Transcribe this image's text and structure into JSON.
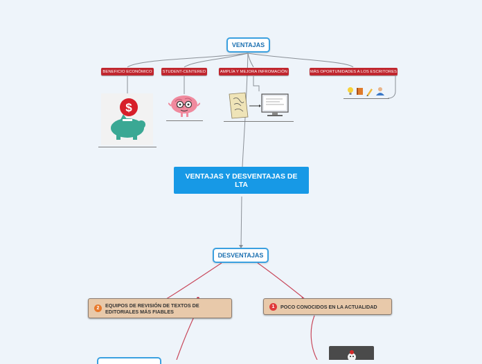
{
  "central_topic": "VENTAJAS Y DESVENTAJAS DE LTA",
  "ventajas": {
    "label": "VENTAJAS",
    "branches": [
      {
        "label": "BENEFICIO ECONÓMICO",
        "image": "piggy-bank-dollar-icon"
      },
      {
        "label": "STUDENT-CENTERED",
        "image": "brain-glasses-icon"
      },
      {
        "label": "AMPLÍA Y MEJORA INFROMACIÓN",
        "image": "paper-to-computer-icon"
      },
      {
        "label": "MÁS OPORTUNIDADES A LOS ESCRITORES",
        "icons": [
          "lightbulb-icon",
          "book-icon",
          "pencil-icon",
          "person-icon"
        ]
      }
    ]
  },
  "desventajas": {
    "label": "DESVENTAJAS",
    "branches": [
      {
        "number": "2",
        "label": "EQUIPOS DE REVISIÓN DE TEXTOS DE EDITORIALES MÁS FIABLES",
        "badge_color": "#e8782a"
      },
      {
        "number": "1",
        "label": "POCO CONOCIDOS EN LA ACTUALIDAD",
        "badge_color": "#e03a3a"
      }
    ]
  },
  "colors": {
    "central": "#1799e6",
    "outline": "#3aa0e0",
    "red_tag": "#c0262e",
    "tan_box": "#e8c9aa",
    "desventajas_line": "#c8475a",
    "ventajas_line": "#8a8f96"
  }
}
